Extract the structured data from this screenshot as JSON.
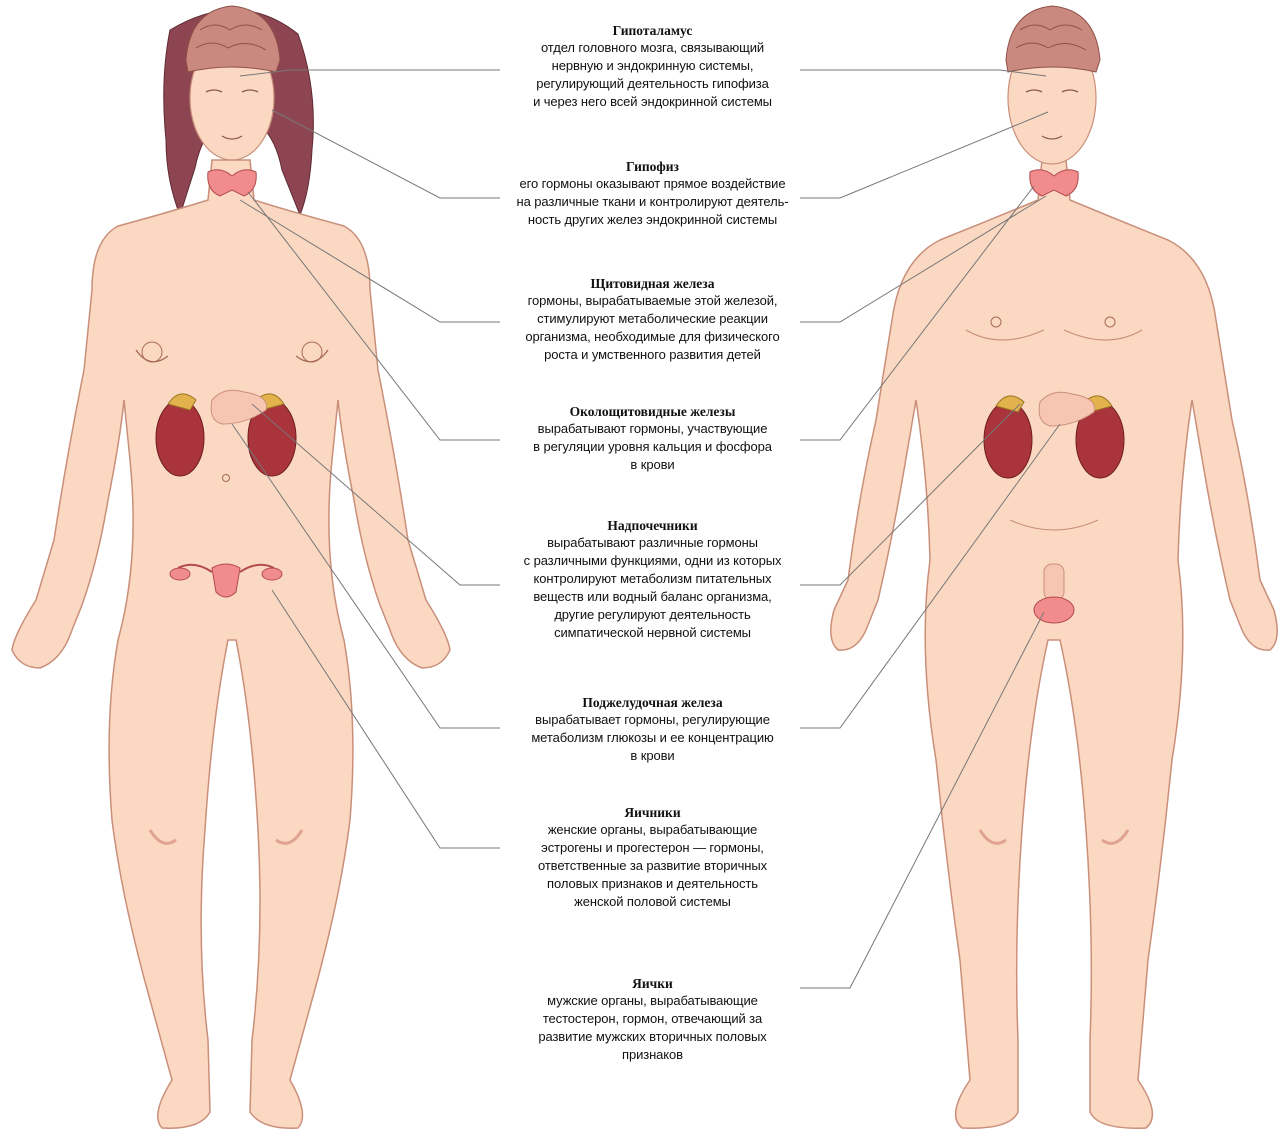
{
  "colors": {
    "skin": "#fbd8c2",
    "skin_outline": "#c98f7a",
    "hair_female": "#8e4552",
    "brain": "#c9897f",
    "gland": "#f28c8c",
    "kidney": "#a9343b",
    "adrenal": "#e2b24c",
    "leader_line": "#777777"
  },
  "glands": [
    {
      "id": "hypothalamus",
      "title": "Гипоталамус",
      "description": "отдел головного мозга, связывающий\nнервную и эндокринную системы,\nрегулирующий деятельность гипофиза\nи через него всей эндокринной системы"
    },
    {
      "id": "pituitary",
      "title": "Гипофиз",
      "description": "его гормоны оказывают прямое воздействие\nна различные ткани и контролируют деятель-\nность других желез эндокринной системы"
    },
    {
      "id": "thyroid",
      "title": "Щитовидная железа",
      "description": "гормоны, вырабатываемые этой железой,\nстимулируют метаболические реакции\nорганизма, необходимые для физического\nроста и умственного развития детей"
    },
    {
      "id": "parathyroid",
      "title": "Околощитовидные железы",
      "description": "вырабатывают гормоны, участвующие\nв регуляции уровня кальция и фосфора\nв крови"
    },
    {
      "id": "adrenal",
      "title": "Надпочечники",
      "description": "вырабатывают различные гормоны\nс различными функциями, одни из которых\nконтролируют метаболизм питательных\nвеществ или водный баланс организма,\nдругие регулируют деятельность\nсимпатической нервной системы"
    },
    {
      "id": "pancreas",
      "title": "Поджелудочная железа",
      "description": "вырабатывает гормоны, регулирующие\nметаболизм глюкозы и ее концентрацию\nв крови"
    },
    {
      "id": "ovaries",
      "title": "Яичники",
      "description": "женские органы, вырабатывающие\nэстрогены и прогестерон — гормоны,\nответственные за развитие вторичных\nполовых признаков и деятельность\nженской половой системы"
    },
    {
      "id": "testes",
      "title": "Яички",
      "description": "мужские органы, вырабатывающие\nтестостерон, гормон, отвечающий за\nразвитие мужских вторичных половых\nпризнаков"
    }
  ]
}
